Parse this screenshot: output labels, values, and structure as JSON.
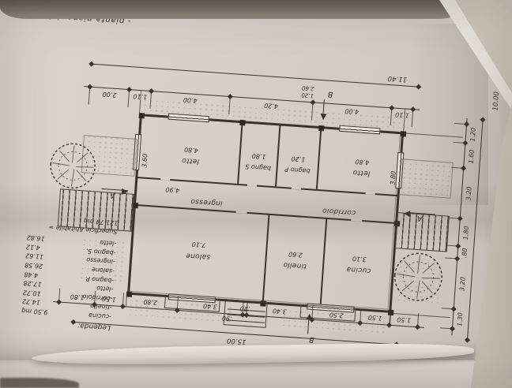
{
  "sheet": {
    "title": "- pianta piano rialzato -",
    "legend": {
      "heading": "Legenda:",
      "items": [
        {
          "name": "-cucina",
          "value": "9.50 mq"
        },
        {
          "name": "-tinello",
          "value": "14.72"
        },
        {
          "name": "-corridoio",
          "value": "10.72"
        },
        {
          "name": "-letto",
          "value": "17.28"
        },
        {
          "name": "-bagno P.",
          "value": "4.48"
        },
        {
          "name": "-salone",
          "value": "26.58"
        },
        {
          "name": "-ingresso",
          "value": "11.62"
        },
        {
          "name": "-bagno S.",
          "value": "4.12"
        },
        {
          "name": "-letto",
          "value": "16.82"
        }
      ],
      "total": "Superficie Abitabile = 121.74 mq"
    },
    "rooms": {
      "cucina": {
        "label": "cucina",
        "dim": "3.10"
      },
      "tinello": {
        "label": "tinello",
        "dim": "2.60"
      },
      "salone": {
        "label": "salone",
        "dim": "7.10"
      },
      "corridoio": {
        "label": "corridoio"
      },
      "ingresso": {
        "label": "ingresso",
        "dim": "4.90"
      },
      "letto_sx": {
        "label": "letto",
        "dim_w": "4.80",
        "dim_h": "3.80"
      },
      "bagno_p": {
        "label": "bagno P",
        "dim": "1.20"
      },
      "bagno_s": {
        "label": "bagno S",
        "dim": "1.80"
      },
      "letto_dx": {
        "label": "letto",
        "dim_w": "4.80",
        "dim_h": "3.60"
      }
    },
    "porch_dim": ".90",
    "window_dims": [
      "1.20",
      "2.60"
    ],
    "dims": {
      "top": {
        "overall": "15.00",
        "segments": [
          "1.50",
          "1.50",
          "2.50",
          "3.40",
          ".20",
          "3.40",
          "2.80",
          "1.50",
          "1.80"
        ]
      },
      "bottom": {
        "overall": "11.40",
        "segments": [
          "1.10",
          "4.00",
          "4.20",
          "4.00",
          "1.10",
          "2.00"
        ]
      },
      "side": {
        "overall": "10.00",
        "segments": [
          "1.30",
          "3.20",
          ".80",
          "1.80",
          "3.20",
          "1.60",
          "1.20"
        ]
      }
    },
    "markers": {
      "a": "A",
      "b": "B"
    }
  }
}
